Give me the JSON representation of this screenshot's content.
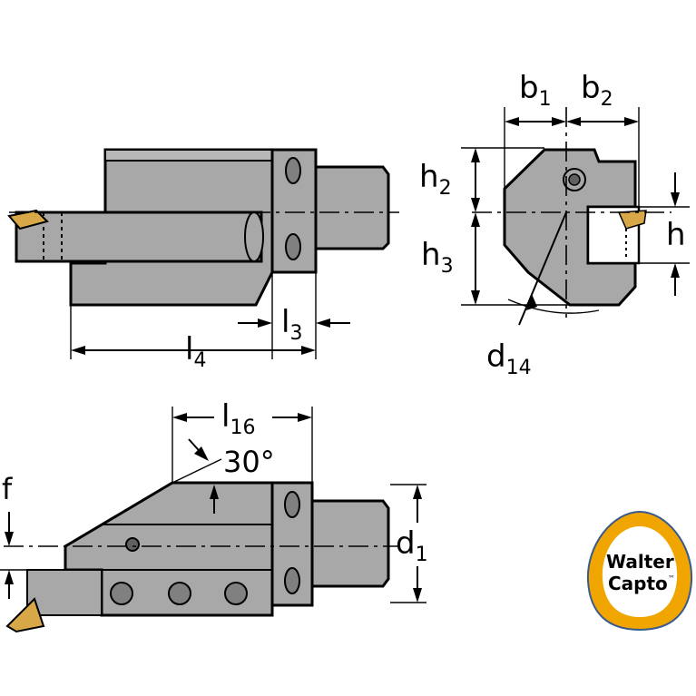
{
  "labels": {
    "b1": {
      "base": "b",
      "sub": "1"
    },
    "b2": {
      "base": "b",
      "sub": "2"
    },
    "h2": {
      "base": "h",
      "sub": "2"
    },
    "h3": {
      "base": "h",
      "sub": "3"
    },
    "h": {
      "base": "h"
    },
    "d14": {
      "base": "d",
      "sub": "14"
    },
    "l3": {
      "base": "l",
      "sub": "3"
    },
    "l4": {
      "base": "l",
      "sub": "4"
    },
    "l16": {
      "base": "l",
      "sub": "16"
    },
    "angle": "30°",
    "f": "f",
    "d1": {
      "base": "d",
      "sub": "1"
    }
  },
  "logo": {
    "line1": "Walter",
    "line2": "Capto",
    "mark": "™"
  },
  "colors": {
    "body_gray": "#a8a8a8",
    "body_gray_light": "#b8b8b8",
    "insert_gold": "#d8a848",
    "logo_orange": "#f0a500",
    "logo_blue": "#3a5a8c",
    "line": "#000000"
  }
}
